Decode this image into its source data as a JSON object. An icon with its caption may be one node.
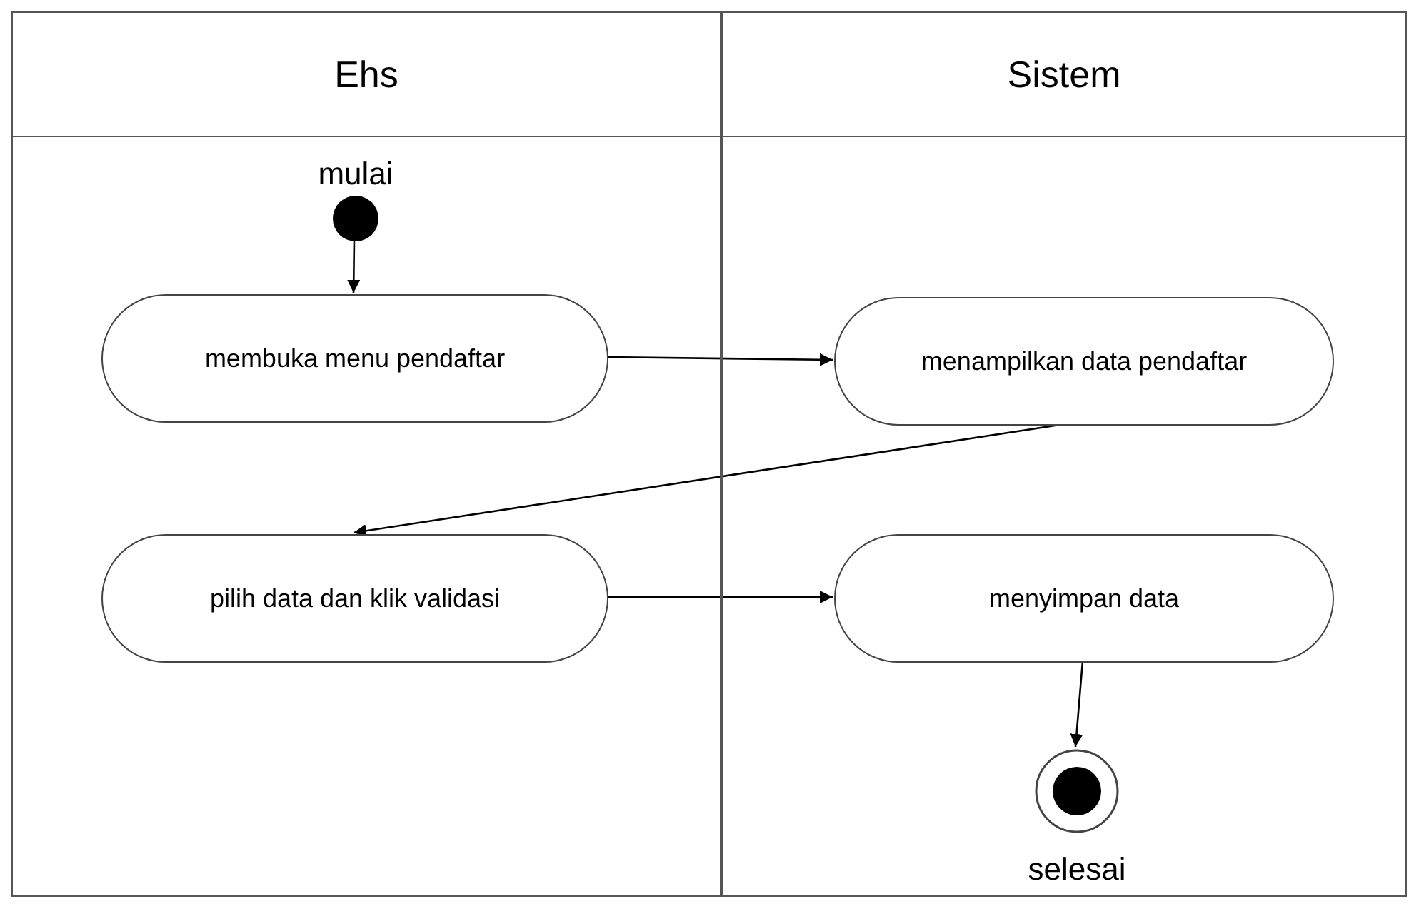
{
  "diagram": {
    "nodes": [
      {
        "text": [
          "Ehs"
        ]
      },
      {
        "text": [
          "Sistem"
        ]
      },
      {
        "text": [],
        "shape": "circle",
        "beside": [
          "mulai"
        ],
        "in": 0
      },
      {
        "text": [
          "membuka menu pendaftar"
        ],
        "in": 0
      },
      {
        "text": [
          "menampilkan data pendaftar"
        ],
        "in": 1
      },
      {
        "text": [
          "pilih data dan klik validasi"
        ],
        "in": 0
      },
      {
        "text": [
          "menyimpan data"
        ],
        "in": 1
      },
      {
        "text": [],
        "shape": "circle",
        "beside": [
          "selesai"
        ],
        "in": 1
      }
    ],
    "edges": [
      {
        "from": 2,
        "to": 3,
        "arrow": "to"
      },
      {
        "from": 3,
        "to": 4,
        "arrow": "to"
      },
      {
        "from": 4,
        "to": 5,
        "arrow": "to"
      },
      {
        "from": 5,
        "to": 6,
        "arrow": "to"
      },
      {
        "from": 6,
        "to": 7,
        "arrow": "to"
      }
    ]
  }
}
